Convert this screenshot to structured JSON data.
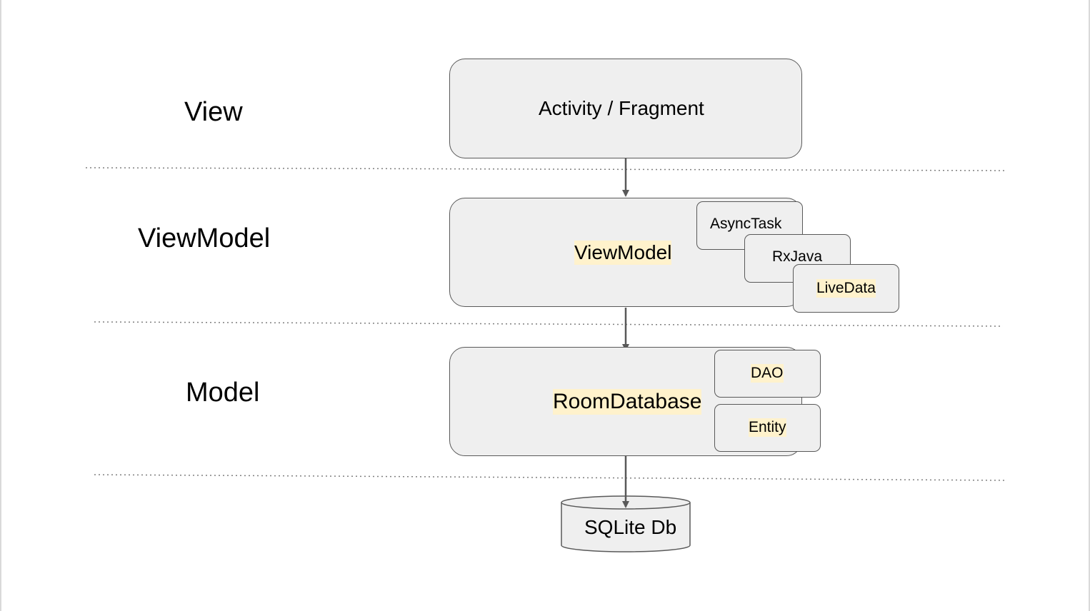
{
  "layers": {
    "view": "View",
    "viewmodel": "ViewModel",
    "model": "Model"
  },
  "components": {
    "activity_fragment": "Activity / Fragment",
    "viewmodel": "ViewModel",
    "asynctask": "AsyncTask",
    "rxjava": "RxJava",
    "livedata": "LiveData",
    "room_database": "RoomDatabase",
    "dao": "DAO",
    "entity": "Entity",
    "sqlite_db": "SQLite Db"
  },
  "colors": {
    "box_fill": "#efefef",
    "box_border": "#595959",
    "highlight": "#fff2cc",
    "arrow": "#595959",
    "separator": "#7f7f7f"
  }
}
